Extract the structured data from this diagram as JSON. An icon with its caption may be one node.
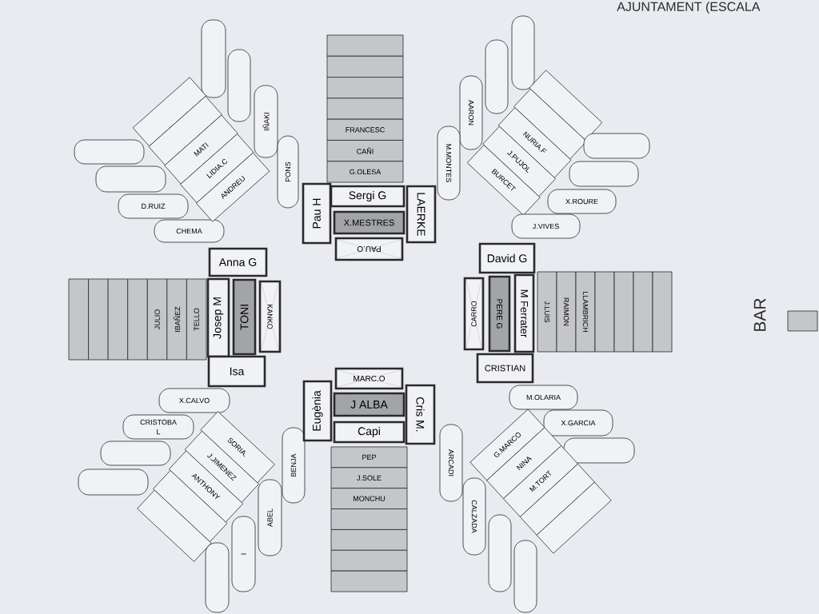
{
  "diagram": {
    "nodes": [
      {
        "text": [],
        "shape": "pill"
      },
      {
        "text": [],
        "shape": "pill"
      },
      {
        "text": [
          "IÑAKI"
        ]
      },
      {
        "text": [
          "PONS"
        ]
      },
      {
        "text": [],
        "shape": "pill"
      },
      {
        "text": [],
        "shape": "pill"
      },
      {
        "text": [
          "D.RUIZ"
        ]
      },
      {
        "text": [
          "CHEMA"
        ]
      },
      {
        "text": [],
        "shape": "box"
      },
      {
        "text": [],
        "shape": "box"
      },
      {
        "text": [
          "MATI"
        ]
      },
      {
        "text": [
          "LIDIA.C"
        ]
      },
      {
        "text": [
          "ANDREU"
        ]
      },
      {
        "text": [],
        "shape": "box"
      },
      {
        "text": [],
        "shape": "box"
      },
      {
        "text": [],
        "shape": "box"
      },
      {
        "text": [],
        "shape": "box"
      },
      {
        "text": [
          "FRANCESC"
        ]
      },
      {
        "text": [
          "CAÑI"
        ]
      },
      {
        "text": [
          "G.OLESA"
        ]
      },
      {
        "text": [
          "Pau H"
        ]
      },
      {
        "text": [
          "Sergi G"
        ]
      },
      {
        "text": [
          "X.MESTRES"
        ]
      },
      {
        "text": [
          "LAERKE"
        ]
      },
      {
        "text": [
          "PAU.O"
        ]
      },
      {
        "text": [],
        "shape": "pill"
      },
      {
        "text": [],
        "shape": "pill"
      },
      {
        "text": [
          "AARON"
        ]
      },
      {
        "text": [
          "M.MONTES"
        ]
      },
      {
        "text": [],
        "shape": "box"
      },
      {
        "text": [],
        "shape": "box"
      },
      {
        "text": [
          "NURIA.F"
        ]
      },
      {
        "text": [
          "J.PUJOL"
        ]
      },
      {
        "text": [
          "BURCET"
        ]
      },
      {
        "text": [],
        "shape": "pill"
      },
      {
        "text": [],
        "shape": "pill"
      },
      {
        "text": [
          "X.ROURE"
        ]
      },
      {
        "text": [
          "J.VIVES"
        ]
      },
      {
        "text": [
          "Anna G"
        ]
      },
      {
        "text": [],
        "shape": "box"
      },
      {
        "text": [],
        "shape": "box"
      },
      {
        "text": [],
        "shape": "box"
      },
      {
        "text": [],
        "shape": "box"
      },
      {
        "text": [
          "JULIO"
        ]
      },
      {
        "text": [
          "IBAÑEZ"
        ]
      },
      {
        "text": [
          "TELLO"
        ]
      },
      {
        "text": [
          "Josep M"
        ]
      },
      {
        "text": [
          "TONI"
        ]
      },
      {
        "text": [
          "KANKO"
        ]
      },
      {
        "text": [
          "Isa"
        ]
      },
      {
        "text": [
          "David G"
        ]
      },
      {
        "text": [
          "CARRO"
        ]
      },
      {
        "text": [
          "PERE G"
        ]
      },
      {
        "text": [
          "M Ferrater"
        ]
      },
      {
        "text": [
          "J.LUIS"
        ]
      },
      {
        "text": [
          "RAIMON"
        ]
      },
      {
        "text": [
          "LLAMBRICH"
        ]
      },
      {
        "text": [],
        "shape": "box"
      },
      {
        "text": [],
        "shape": "box"
      },
      {
        "text": [],
        "shape": "box"
      },
      {
        "text": [],
        "shape": "box"
      },
      {
        "text": [
          "CRISTIAN"
        ]
      },
      {
        "text": [],
        "shape": "box"
      },
      {
        "text": [
          "X.CALVO"
        ]
      },
      {
        "text": [
          "CRISTOBA L"
        ]
      },
      {
        "text": [],
        "shape": "pill"
      },
      {
        "text": [],
        "shape": "pill"
      },
      {
        "text": [
          "SORIA."
        ]
      },
      {
        "text": [
          "J.JIMENEZ"
        ]
      },
      {
        "text": [
          "ANTHONY"
        ]
      },
      {
        "text": [],
        "shape": "box"
      },
      {
        "text": [],
        "shape": "box"
      },
      {
        "text": [
          "BENJA"
        ]
      },
      {
        "text": [
          "ABEL"
        ]
      },
      {
        "text": [
          "I"
        ]
      },
      {
        "text": [],
        "shape": "pill"
      },
      {
        "text": [
          "MARC.O"
        ]
      },
      {
        "text": [
          "Eugènia"
        ]
      },
      {
        "text": [
          "J ALBA"
        ]
      },
      {
        "text": [
          "Capi"
        ]
      },
      {
        "text": [
          "Cris M."
        ]
      },
      {
        "text": [
          "PEP"
        ]
      },
      {
        "text": [
          "J.SOLE"
        ]
      },
      {
        "text": [
          "MONCHU"
        ]
      },
      {
        "text": [],
        "shape": "box"
      },
      {
        "text": [],
        "shape": "box"
      },
      {
        "text": [],
        "shape": "box"
      },
      {
        "text": [],
        "shape": "box"
      },
      {
        "text": [
          "M.OLARIA"
        ]
      },
      {
        "text": [
          "X.GARCIA"
        ]
      },
      {
        "text": [],
        "shape": "pill"
      },
      {
        "text": [
          "G.MARCO"
        ]
      },
      {
        "text": [
          "NINA"
        ]
      },
      {
        "text": [
          "M.TORT"
        ]
      },
      {
        "text": [],
        "shape": "box"
      },
      {
        "text": [],
        "shape": "box"
      },
      {
        "text": [
          "ARCADI"
        ]
      },
      {
        "text": [
          "CALZADA"
        ]
      },
      {
        "text": [],
        "shape": "pill"
      },
      {
        "text": [],
        "shape": "pill"
      }
    ],
    "labels": [
      "AJUNTAMENT (ESCALA",
      "BAR"
    ]
  }
}
